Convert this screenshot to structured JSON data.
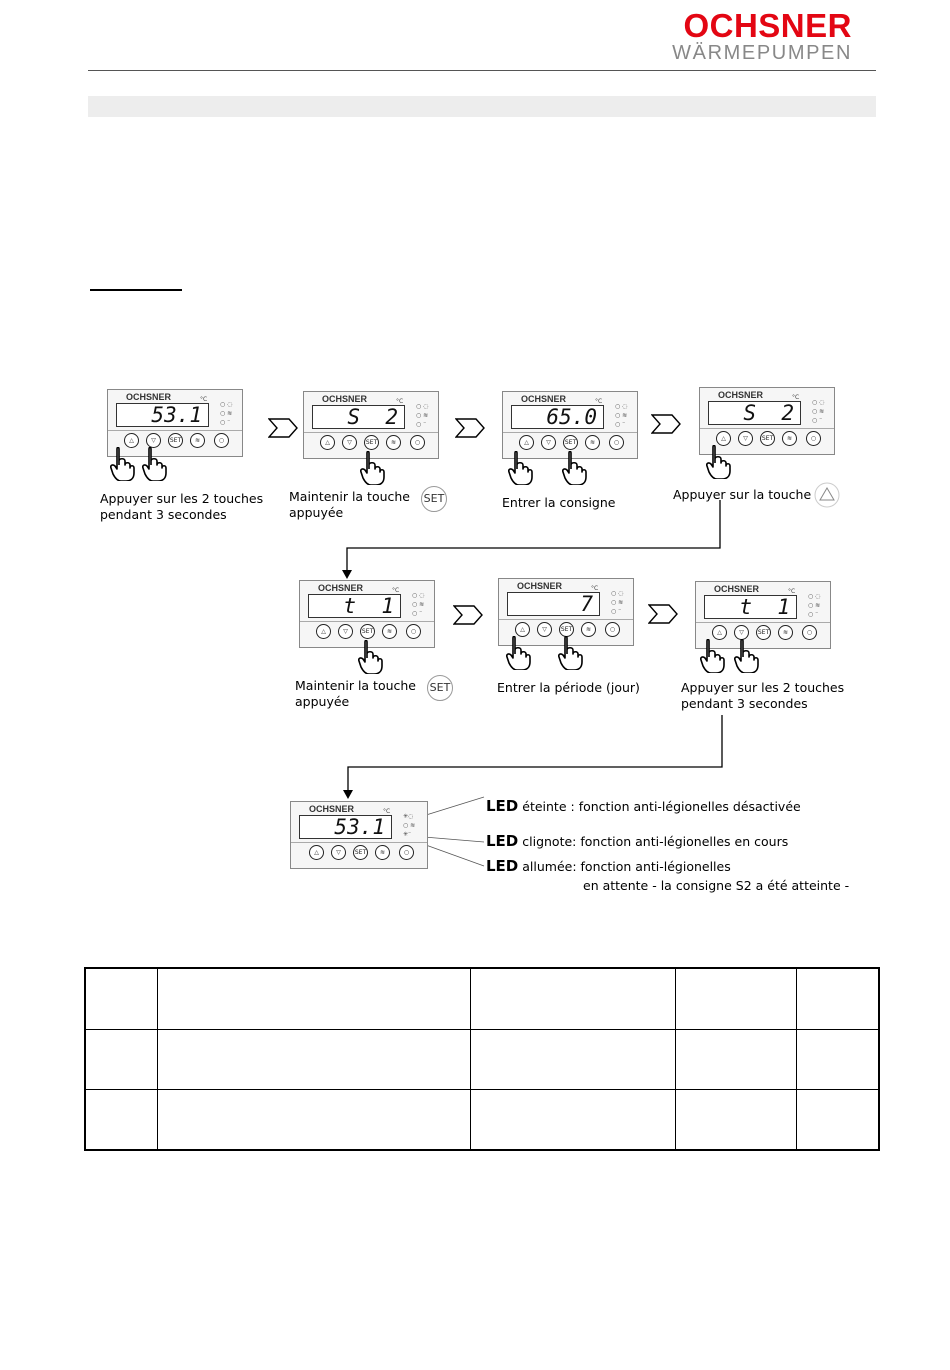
{
  "logo": {
    "main": "OCHSNER",
    "sub": "WÄRMEPUMPEN"
  },
  "device": {
    "brand": "OCHSNER",
    "unit": "°C",
    "set_label": "SET"
  },
  "flow": {
    "row1": [
      {
        "display": "53.1",
        "caption": "Appuyer sur les 2 touches\npendant 3 secondes"
      },
      {
        "display": "S  2",
        "caption": "Maintenir la touche\nappuyée"
      },
      {
        "display": "65.0",
        "caption": "Entrer la consigne"
      },
      {
        "display": "S  2",
        "caption": "Appuyer sur la touche"
      }
    ],
    "row2": [
      {
        "display": "t  1",
        "caption": "Maintenir la touche\nappuyée"
      },
      {
        "display": "7",
        "caption": "Entrer la période (jour)"
      },
      {
        "display": "t  1",
        "caption": "Appuyer sur les 2 touches\npendant 3 secondes"
      }
    ],
    "row3": {
      "display": "53.1"
    }
  },
  "led_legend": [
    {
      "tag": "LED",
      "state": "éteinte",
      "text": ": fonction anti-légionelles désactivée"
    },
    {
      "tag": "LED",
      "state": "clignote",
      "text": ": fonction anti-légionelles en cours"
    },
    {
      "tag": "LED",
      "state": "allumée",
      "text": ": fonction anti-légionelles"
    },
    {
      "text": "en attente - la consigne S2 a été atteinte -"
    }
  ]
}
